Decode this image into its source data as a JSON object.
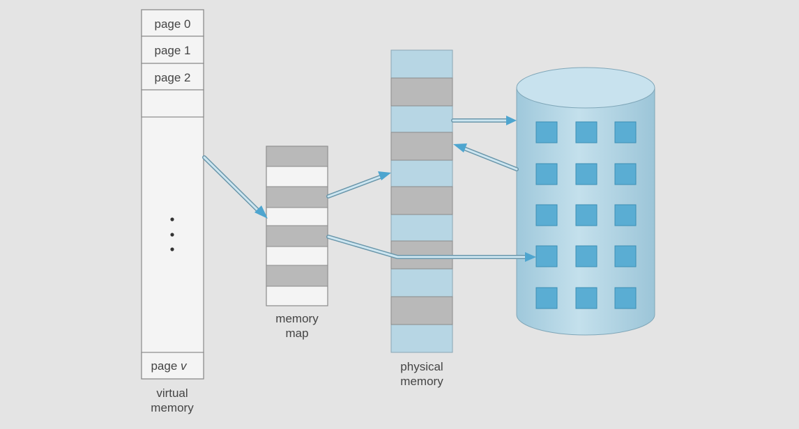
{
  "virtual_memory": {
    "pages": [
      "page 0",
      "page 1",
      "page 2"
    ],
    "last_page_prefix": "page ",
    "last_page_var": "v",
    "label_line1": "virtual",
    "label_line2": "memory"
  },
  "memory_map": {
    "label_line1": "memory",
    "label_line2": "map"
  },
  "physical_memory": {
    "label_line1": "physical",
    "label_line2": "memory"
  },
  "colors": {
    "background": "#e4e4e4",
    "frame_light_blue": "#b7d6e4",
    "frame_gray": "#b9b9b9",
    "disk_blue": "#a9cfe0",
    "disk_square": "#5aadd3",
    "arrow": "#5aa9cc"
  }
}
